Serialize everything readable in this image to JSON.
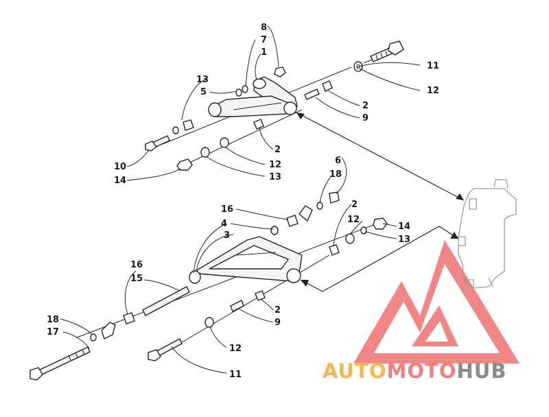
{
  "diagram": {
    "callouts": [
      {
        "id": "c8",
        "text": "8"
      },
      {
        "id": "c7",
        "text": "7"
      },
      {
        "id": "c1",
        "text": "1"
      },
      {
        "id": "c11a",
        "text": "11"
      },
      {
        "id": "c13a",
        "text": "13"
      },
      {
        "id": "c5",
        "text": "5"
      },
      {
        "id": "c12a",
        "text": "12"
      },
      {
        "id": "c2a",
        "text": "2"
      },
      {
        "id": "c9a",
        "text": "9"
      },
      {
        "id": "c2b",
        "text": "2"
      },
      {
        "id": "c10",
        "text": "10"
      },
      {
        "id": "c12b",
        "text": "12"
      },
      {
        "id": "c14a",
        "text": "14"
      },
      {
        "id": "c13b",
        "text": "13"
      },
      {
        "id": "c6",
        "text": "6"
      },
      {
        "id": "c18a",
        "text": "18"
      },
      {
        "id": "c16a",
        "text": "16"
      },
      {
        "id": "c2c",
        "text": "2"
      },
      {
        "id": "c4",
        "text": "4"
      },
      {
        "id": "c12c",
        "text": "12"
      },
      {
        "id": "c14b",
        "text": "14"
      },
      {
        "id": "c3",
        "text": "3"
      },
      {
        "id": "c13c",
        "text": "13"
      },
      {
        "id": "c16b",
        "text": "16"
      },
      {
        "id": "c15",
        "text": "15"
      },
      {
        "id": "c2d",
        "text": "2"
      },
      {
        "id": "c9b",
        "text": "9"
      },
      {
        "id": "c18b",
        "text": "18"
      },
      {
        "id": "c17",
        "text": "17"
      },
      {
        "id": "c12d",
        "text": "12"
      },
      {
        "id": "c11b",
        "text": "11"
      }
    ]
  },
  "watermark": {
    "part1": "AUTO",
    "part2": "MOTO",
    "part3": "HUB",
    "color_part1": "#f2b84f",
    "color_part2": "#f08080",
    "color_part3": "#8a8a8a",
    "logo_color": "#f07a7a"
  }
}
